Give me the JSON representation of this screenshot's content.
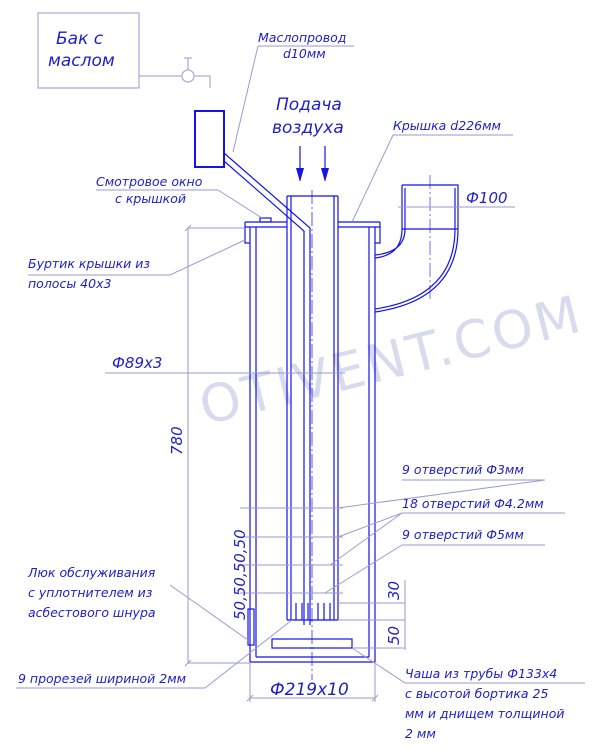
{
  "watermark": "OTIVENT.COM",
  "colors": {
    "line": "#1414e6",
    "text": "#1e1ec8",
    "leader": "#9a9ad2",
    "watermark": "#b9bde0"
  },
  "labels": {
    "tank_line1": "Бак с",
    "tank_line2": "маслом",
    "oil_pipe_line1": "Маслопровод",
    "oil_pipe_line2": "d10мм",
    "air_line1": "Подача",
    "air_line2": "воздуха",
    "lid": "Крышка d226мм",
    "outlet": "Ф100",
    "window_line1": "Смотровое окно",
    "window_line2": "с крышкой",
    "rim_line1": "Буртик крышки из",
    "rim_line2": "полосы 40х3",
    "inner_pipe": "Ф89х3",
    "height": "780",
    "holes_3": "9 отверстий Ф3мм",
    "holes_42": "18 отверстий Ф4.2мм",
    "holes_5": "9 отверстий Ф5мм",
    "spacing": "50,50,50,50",
    "dim_30": "30",
    "dim_50": "50",
    "hatch_line1": "Люк обслуживания",
    "hatch_line2": "с уплотнителем из",
    "hatch_line3": "асбестового шнура",
    "slots": "9 прорезей шириной 2мм",
    "outer_pipe": "Ф219х10",
    "cup_line1": "Чаша из трубы Ф133х4",
    "cup_line2": "с высотой бортика 25",
    "cup_line3": "мм и днищем толщиной",
    "cup_line4": "2 мм"
  }
}
